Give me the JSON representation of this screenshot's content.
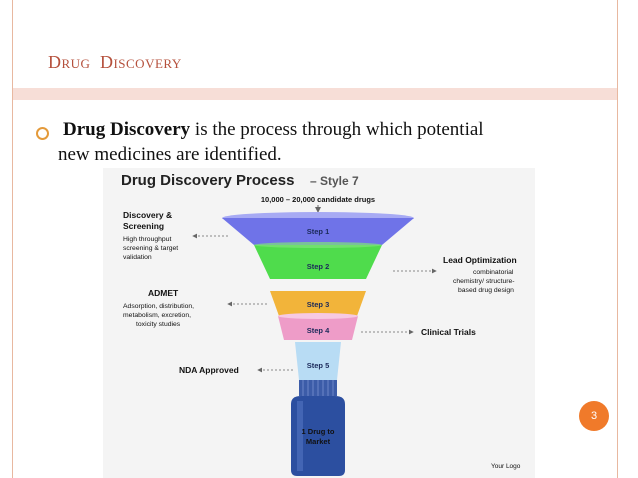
{
  "slide": {
    "title_first_1": "D",
    "title_first_2": "RUG",
    "title_second_1": "D",
    "title_second_2": "ISCOVERY",
    "bullet_bold": "Drug Discovery",
    "bullet_rest": " is the process through which potential",
    "bullet_line2": "new medicines are identified.",
    "page_number": "3",
    "colors": {
      "title": "#b5503c",
      "bullet": "#e49a3a",
      "page_badge": "#f07a2a",
      "frame": "#e8b8a0"
    }
  },
  "figure": {
    "title": "Drug Discovery Process",
    "title_suffix": "– Style 7",
    "top_label": "10,000 – 20,000 candidate drugs",
    "steps": [
      "Step 1",
      "Step 2",
      "Step 3",
      "Step 4",
      "Step 5"
    ],
    "step_colors": [
      "#6f73e8",
      "#4fdc4c",
      "#f2b43a",
      "#ee9cc8",
      "#b8dcf4"
    ],
    "left_labels": {
      "discovery_title_1": "Discovery &",
      "discovery_title_2": "Screening",
      "discovery_desc_1": "High throughput",
      "discovery_desc_2": "screening & target",
      "discovery_desc_3": "validation",
      "admet_title": "ADMET",
      "admet_desc_1": "Adsorption, distribution,",
      "admet_desc_2": "metabolism, excretion,",
      "admet_desc_3": "toxicity studies",
      "nda": "NDA Approved"
    },
    "right_labels": {
      "lead_title": "Lead Optimization",
      "lead_desc_1": "combinatorial",
      "lead_desc_2": "chemistry/ structure-",
      "lead_desc_3": "based drug design",
      "clinical": "Clinical Trials"
    },
    "bottle_text_1": "1 Drug to",
    "bottle_text_2": "Market",
    "logo_text": "Your Logo"
  }
}
